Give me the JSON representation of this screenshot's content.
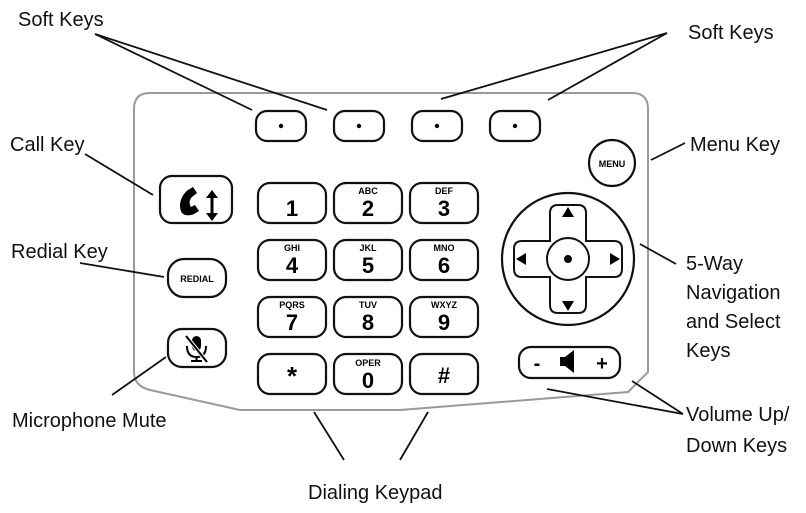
{
  "callouts": {
    "soft_keys_left": "Soft Keys",
    "soft_keys_right": "Soft Keys",
    "call_key": "Call Key",
    "menu_key": "Menu Key",
    "redial_key": "Redial Key",
    "nav_line1": "5-Way",
    "nav_line2": "Navigation",
    "nav_line3": "and Select",
    "nav_line4": "Keys",
    "mic_mute": "Microphone Mute",
    "volume_line1": "Volume Up/",
    "volume_line2": "Down Keys",
    "dialing_keypad": "Dialing Keypad"
  },
  "keys": {
    "menu": "MENU",
    "redial": "REDIAL",
    "volume_minus": "-",
    "volume_plus": "+",
    "keypad": [
      {
        "digit": "1",
        "letters": ""
      },
      {
        "digit": "2",
        "letters": "ABC"
      },
      {
        "digit": "3",
        "letters": "DEF"
      },
      {
        "digit": "4",
        "letters": "GHI"
      },
      {
        "digit": "5",
        "letters": "JKL"
      },
      {
        "digit": "6",
        "letters": "MNO"
      },
      {
        "digit": "7",
        "letters": "PQRS"
      },
      {
        "digit": "8",
        "letters": "TUV"
      },
      {
        "digit": "9",
        "letters": "WXYZ"
      },
      {
        "digit": "*",
        "letters": ""
      },
      {
        "digit": "0",
        "letters": "OPER"
      },
      {
        "digit": "#",
        "letters": ""
      }
    ]
  },
  "icons": {
    "call": "handset-arrows-icon",
    "mute": "microphone-slash-icon",
    "speaker": "speaker-icon",
    "nav": [
      "arrow-up-icon",
      "arrow-down-icon",
      "arrow-left-icon",
      "arrow-right-icon",
      "select-dot-icon"
    ]
  }
}
